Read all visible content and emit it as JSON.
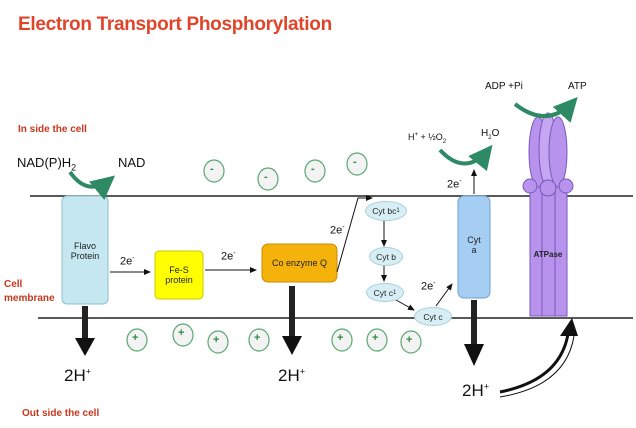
{
  "title": "Electron Transport  Phosphorylation",
  "labels": {
    "inside": "In side the cell",
    "outside": "Out side the cell",
    "cell": "Cell",
    "membrane": "membrane"
  },
  "components": {
    "flavo_line1": "Flavo",
    "flavo_line2": "Protein",
    "fes_line1": "Fe-S",
    "fes_line2": "protein",
    "coq": "Co enzyme Q",
    "cytbc1": "Cyt bc",
    "cytbc1_sub": "1",
    "cytb": "Cyt b",
    "cytc1": "Cyt c",
    "cytc1_sub": "1",
    "cytc": "Cyt c",
    "cyta_line1": "Cyt",
    "cyta_line2": "a",
    "atpase": "ATPase"
  },
  "reactions": {
    "nadph2_main": "NAD(P)H",
    "nadph2_sub": "2",
    "nad": "NAD",
    "adp": "ADP +Pi",
    "atp": "ATP",
    "h_plus_o2_a": "H",
    "h_plus_o2_b": "+",
    "h_plus_o2_c": " + ½O",
    "h_plus_o2_d": "2",
    "h2o_a": "H",
    "h2o_b": "2",
    "h2o_c": "O"
  },
  "electrons": {
    "e": "2e",
    "sup": "-"
  },
  "protons": {
    "main": "2H",
    "sup": "+"
  },
  "charges": {
    "minus": "-",
    "plus": "+"
  }
}
